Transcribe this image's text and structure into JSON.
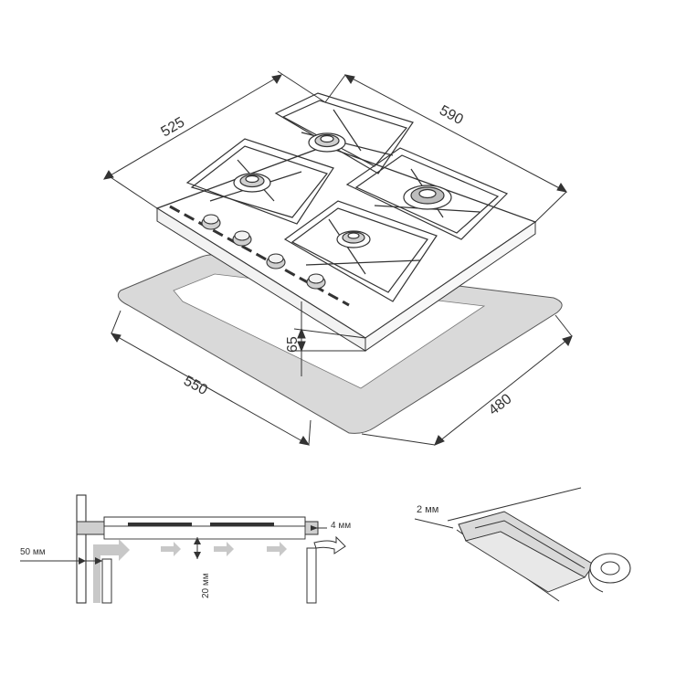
{
  "main_diagram": {
    "dim_depth": "525",
    "dim_width": "590",
    "dim_cutout_width": "550",
    "dim_cutout_depth": "480",
    "dim_height": "65"
  },
  "section_detail": {
    "label_side_gap": "50 мм",
    "label_bottom_gap": "20 мм",
    "label_front_gap": "4 мм"
  },
  "seal_detail": {
    "label_seal": "2 мм"
  },
  "colors": {
    "line": "#333333",
    "seal_fill": "#d9d9d9",
    "arrow_fill": "#c8c8c8"
  }
}
